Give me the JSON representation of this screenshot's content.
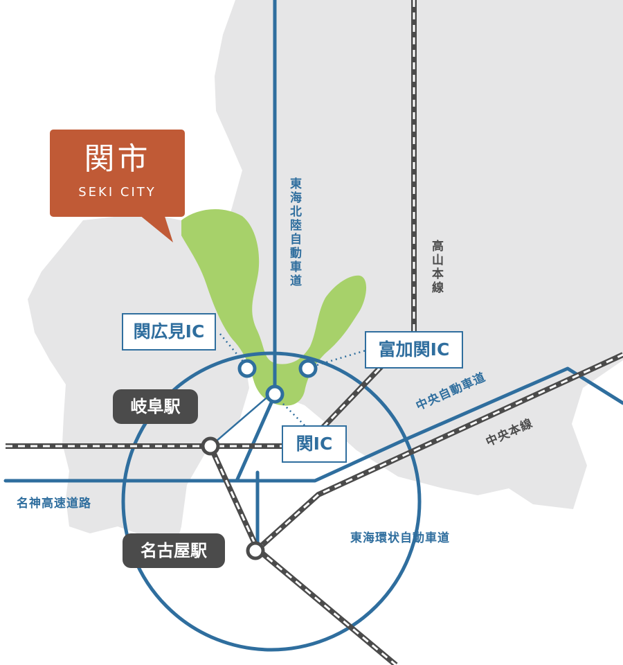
{
  "city": {
    "name_ja": "関市",
    "name_en": "SEKI CITY"
  },
  "interchanges": {
    "sekihiromi": "関広見IC",
    "tomikaseki": "富加関IC",
    "seki": "関IC"
  },
  "stations": {
    "gifu": "岐阜駅",
    "nagoya": "名古屋駅"
  },
  "roads": {
    "tokai_hokuriku": "東海北陸自動車道",
    "chuo": "中央自動車道",
    "meishin": "名神高速道路",
    "tokai_kanjo": "東海環状自動車道"
  },
  "railways": {
    "takayama": "高山本線",
    "chuo": "中央本線"
  },
  "colors": {
    "land": "#e6e6e7",
    "seki_area": "#a7d16a",
    "road": "#2f6e9e",
    "rail": "#4b4b4b",
    "callout": "#c05a36",
    "station_badge": "#4b4b4b"
  }
}
